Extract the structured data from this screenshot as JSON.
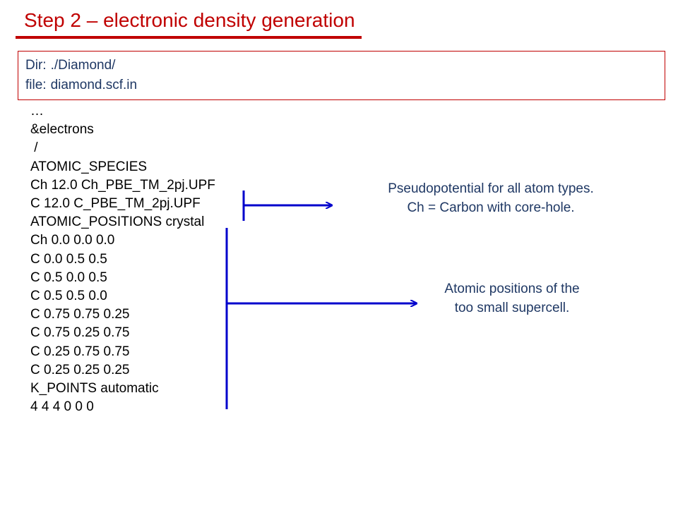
{
  "slide": {
    "title": "Step 2 – electronic density generation"
  },
  "file_info": {
    "dir_label": "Dir:",
    "dir_value": "./Diamond/",
    "file_label": "file:",
    "file_value": "diamond.scf.in"
  },
  "code": {
    "lines": [
      "…",
      "&electrons",
      " /",
      "ATOMIC_SPECIES",
      "Ch 12.0 Ch_PBE_TM_2pj.UPF",
      "C 12.0 C_PBE_TM_2pj.UPF",
      "ATOMIC_POSITIONS crystal",
      "Ch 0.0 0.0 0.0",
      "C 0.0 0.5 0.5",
      "C 0.5 0.0 0.5",
      "C 0.5 0.5 0.0",
      "C 0.75 0.75 0.25",
      "C 0.75 0.25 0.75",
      "C 0.25 0.75 0.75",
      "C 0.25 0.25 0.25",
      "K_POINTS automatic",
      "4 4 4 0 0 0"
    ]
  },
  "annotations": {
    "species_line1": "Pseudopotential for all atom types.",
    "species_line2": "Ch = Carbon with core-hole.",
    "positions_line1": "Atomic positions of the",
    "positions_line2": "too small supercell."
  },
  "colors": {
    "title": "#c00000",
    "box_border": "#c00000",
    "annotation_text": "#1f3864",
    "connector": "#0000cc"
  }
}
